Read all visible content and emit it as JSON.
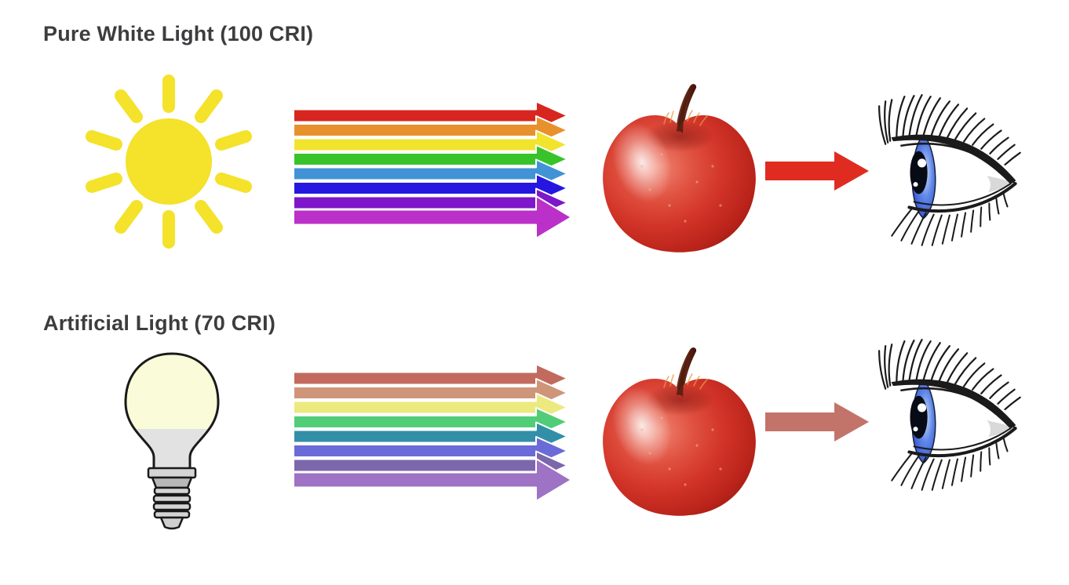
{
  "illustration": {
    "topic": "Color Rendering Index comparison",
    "rows": [
      {
        "title": "Pure White Light (100 CRI)",
        "cri_value": "100",
        "light_source": "sun",
        "spectrum_colors": [
          "#d7251f",
          "#e8912c",
          "#f2e32c",
          "#38c32b",
          "#4193d6",
          "#2517e0",
          "#7d17c9",
          "#bb30c8"
        ],
        "arrow_color": "#e02b21",
        "object": "red apple",
        "receiver": "eye"
      },
      {
        "title": "Artificial Light (70 CRI)",
        "cri_value": "70",
        "light_source": "light-bulb",
        "spectrum_colors": [
          "#c26a5e",
          "#cf9579",
          "#ece97f",
          "#51cd78",
          "#338fa8",
          "#6a6ad9",
          "#7c67ad",
          "#9e72c4"
        ],
        "arrow_color": "#c3746a",
        "object": "red apple",
        "receiver": "eye"
      }
    ],
    "colors": {
      "background": "#ffffff",
      "title_text": "#3d3d3f",
      "sun": "#f4e22b",
      "bulb_glass": "#fafbd8",
      "bulb_body": "#e2e2e2",
      "bulb_base": "#d5d5d5",
      "bulb_outline": "#1a1a1a",
      "eye_iris_light": "#c9dcf6",
      "eye_iris_mid": "#5f86e8",
      "eye_iris_dark": "#2b47c9",
      "eye_lash": "#1b1b1b",
      "apple_highlight": "#ef8370",
      "apple_main": "#d23428",
      "apple_dark": "#971911",
      "apple_stem_light": "#7c3a22",
      "apple_stem_dark": "#401208"
    }
  }
}
